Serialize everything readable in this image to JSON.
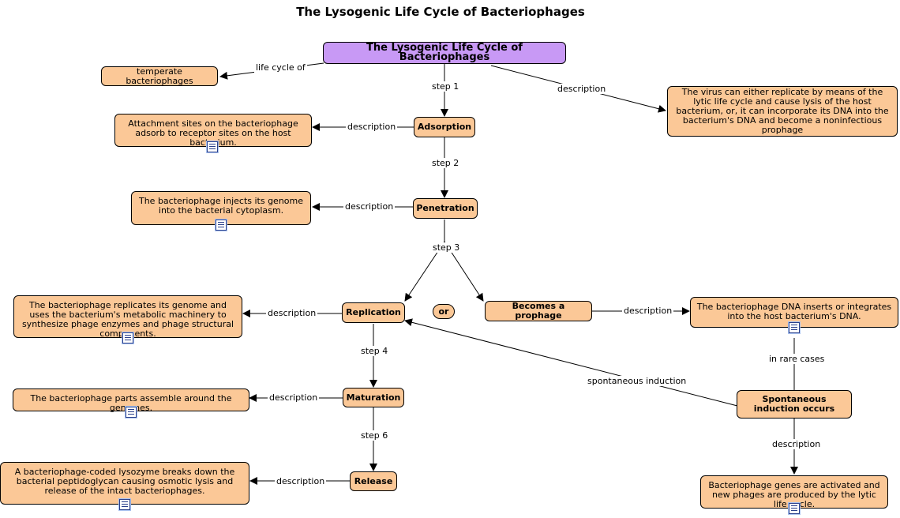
{
  "title": "The Lysogenic Life Cycle of Bacteriophages",
  "nodes": {
    "root": "The Lysogenic Life Cycle of Bacteriophages",
    "temperate": "temperate bacteriophages",
    "overview": "The virus can either replicate by means of the lytic life cycle and cause lysis of the host bacterium, or, it can incorporate its DNA into the bacterium's DNA and become a noninfectious prophage",
    "adsorption": "Adsorption",
    "adsorption_desc": "Attachment sites on the bacteriophage adsorb to receptor sites on the host bacterium.",
    "penetration": "Penetration",
    "penetration_desc": "The bacteriophage injects its genome into the bacterial cytoplasm.",
    "replication": "Replication",
    "replication_desc": "The bacteriophage replicates its genome and uses the bacterium's metabolic machinery to synthesize phage enzymes and phage structural components.",
    "or": "or",
    "prophage": "Becomes a prophage",
    "prophage_desc": "The bacteriophage DNA inserts or integrates into the host bacterium's DNA.",
    "maturation": "Maturation",
    "maturation_desc": "The bacteriophage parts assemble around the genomes.",
    "release": "Release",
    "release_desc": "A bacteriophage-coded lysozyme breaks down the bacterial peptidoglycan causing osmotic lysis and release of the intact bacteriophages.",
    "induction": "Spontaneous induction occurs",
    "induction_desc": "Bacteriophage genes are activated and new phages are produced by the lytic life cycle."
  },
  "links": {
    "life_cycle_of": "life cycle of",
    "description": "description",
    "step1": "step 1",
    "step2": "step 2",
    "step3": "step 3",
    "step4": "step 4",
    "step6": "step 6",
    "in_rare_cases": "in rare cases",
    "spontaneous_induction": "spontaneous induction"
  },
  "colors": {
    "concept_fill": "#fbc897",
    "root_fill": "#c899f5",
    "line": "#000000"
  },
  "icons": [
    "document-icon"
  ]
}
